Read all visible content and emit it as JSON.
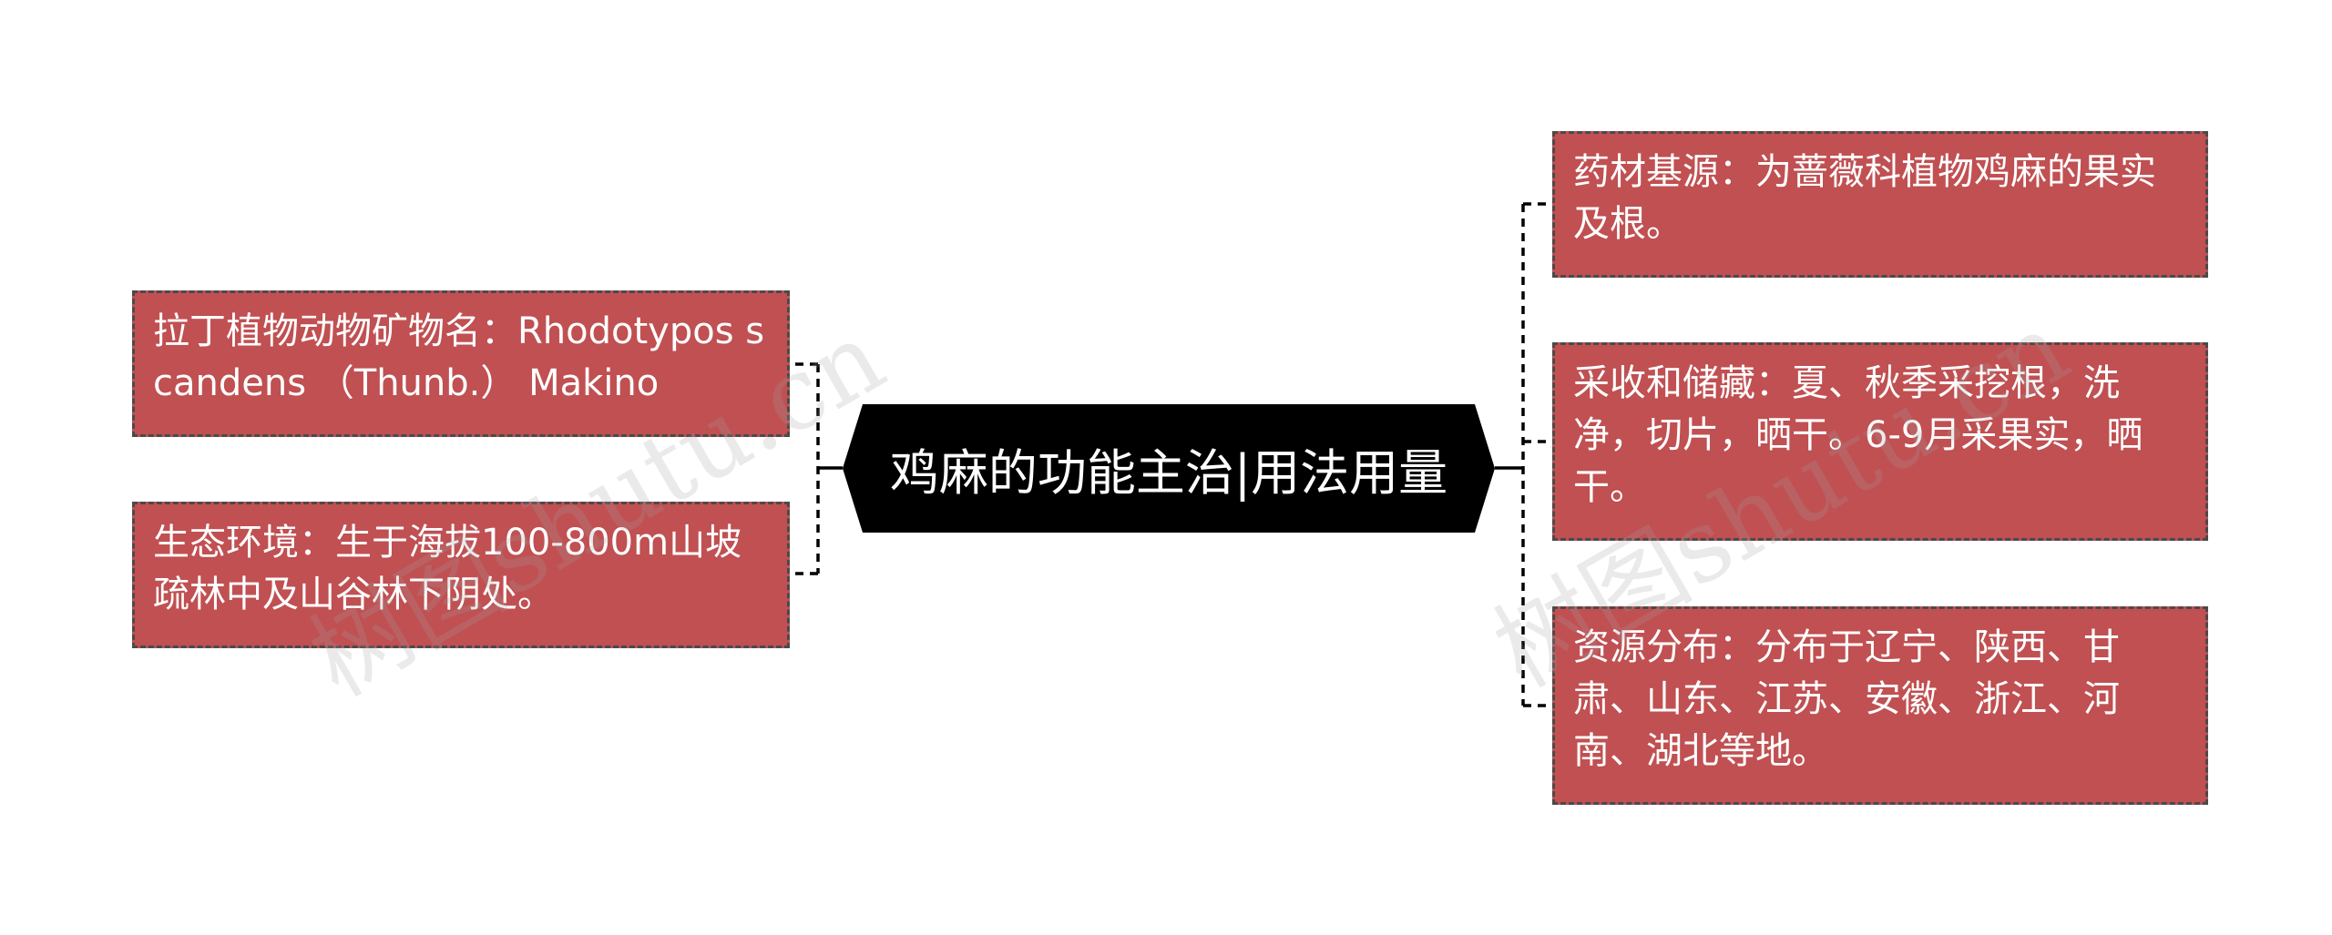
{
  "root": {
    "label": "鸡麻的功能主治|用法用量"
  },
  "left_nodes": [
    {
      "text": "拉丁植物动物矿物名：Rhodotypos scandens （Thunb.） Makino"
    },
    {
      "text": "生态环境：生于海拔100-800m山坡疏林中及山谷林下阴处。"
    }
  ],
  "right_nodes": [
    {
      "text": "药材基源：为蔷薇科植物鸡麻的果实及根。"
    },
    {
      "text": "采收和储藏：夏、秋季采挖根，洗净，切片，晒干。6-9月采果实，晒干。"
    },
    {
      "text": "资源分布：分布于辽宁、陕西、甘肃、山东、江苏、安徽、浙江、河南、湖北等地。"
    }
  ],
  "watermark": "树图shutu.cn",
  "colors": {
    "node_fill": "#c05052",
    "node_border": "#4a4a4a",
    "root_fill": "#000000",
    "connector": "#000000"
  }
}
